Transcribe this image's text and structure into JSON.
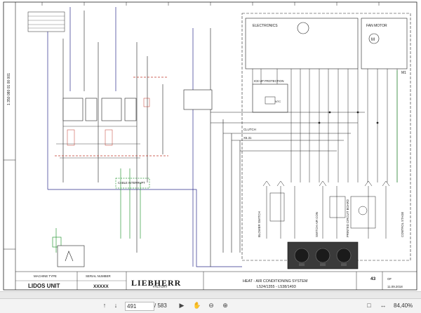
{
  "title_block": {
    "machine_type_label": "MACHINE TYPE",
    "machine_type": "LIDOS UNIT",
    "serial_label": "SERIAL NUMBER",
    "serial": "XXXXX",
    "factory": "FACTORY",
    "brand": "LIEBHERR",
    "drawing_title": "HEAT - AIR CONDITIONING SYSTEM",
    "drawing_subtitle": "L524/1355 - L538/1493",
    "sheet_number": "43",
    "of_label": "OF",
    "drawing_no": "1 350 080 01 00 001",
    "date": "11.09.2018"
  },
  "diagram": {
    "boxes": {
      "electronics": "ELECTRONICS",
      "fan_motor": "FAN MOTOR",
      "ice_up": "ICE UP PROTECTION",
      "ntc": "NTC",
      "cable_interrupt": "CABLE INTERRUPT",
      "blower_switch": "BLOWER SWITCH",
      "switch_air_con": "SWITCH AIR CON",
      "printed_circuit": "PRINTED CIRCUIT BOARD",
      "control_stage": "CONTROL STAGE"
    },
    "signals": {
      "clutch": "CLUTCH",
      "x631": "X6.31",
      "m1": "M1"
    }
  },
  "viewer": {
    "page_current": "491",
    "page_total": "/ 583",
    "zoom": "84,40%"
  }
}
